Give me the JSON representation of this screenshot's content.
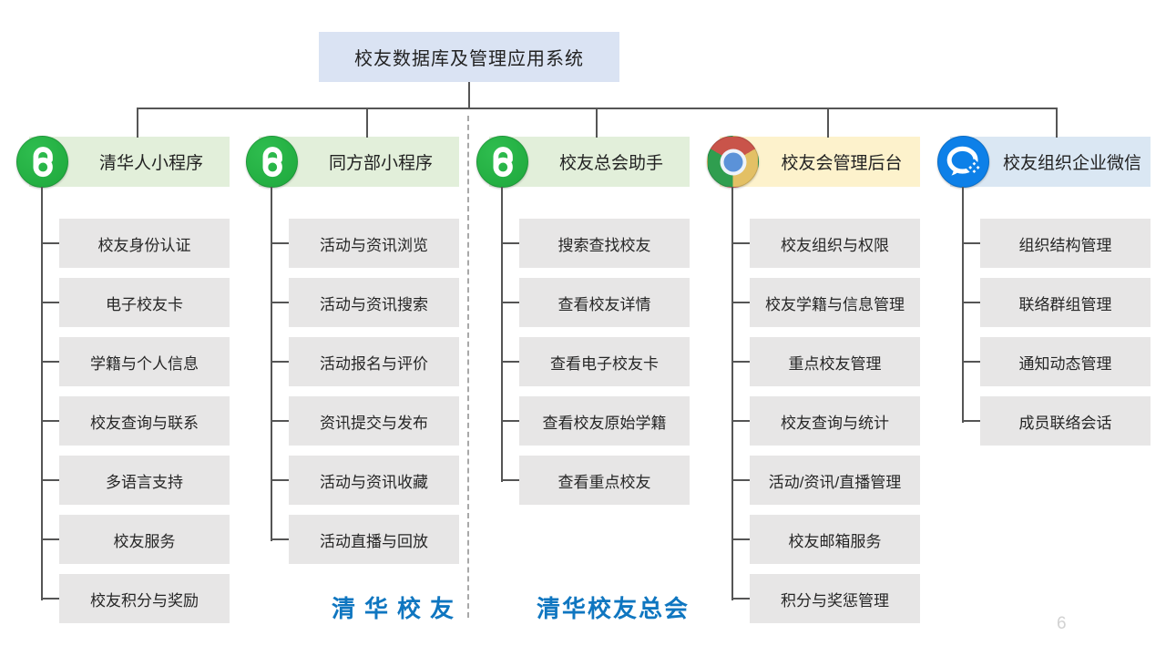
{
  "root": {
    "title": "校友数据库及管理应用系统"
  },
  "columns": [
    {
      "title": "清华人小程序",
      "icon": "miniprogram-icon",
      "theme": "green",
      "items": [
        "校友身份认证",
        "电子校友卡",
        "学籍与个人信息",
        "校友查询与联系",
        "多语言支持",
        "校友服务",
        "校友积分与奖励"
      ]
    },
    {
      "title": "同方部小程序",
      "icon": "miniprogram-icon",
      "theme": "green",
      "items": [
        "活动与资讯浏览",
        "活动与资讯搜索",
        "活动报名与评价",
        "资讯提交与发布",
        "活动与资讯收藏",
        "活动直播与回放"
      ]
    },
    {
      "title": "校友总会助手",
      "icon": "miniprogram-icon",
      "theme": "green",
      "items": [
        "搜索查找校友",
        "查看校友详情",
        "查看电子校友卡",
        "查看校友原始学籍",
        "查看重点校友"
      ]
    },
    {
      "title": "校友会管理后台",
      "icon": "chrome-icon",
      "theme": "yellow",
      "items": [
        "校友组织与权限",
        "校友学籍与信息管理",
        "重点校友管理",
        "校友查询与统计",
        "活动/资讯/直播管理",
        "校友邮箱服务",
        "积分与奖惩管理"
      ]
    },
    {
      "title": "校友组织企业微信",
      "icon": "wechat-work-icon",
      "theme": "blue",
      "items": [
        "组织结构管理",
        "联络群组管理",
        "通知动态管理",
        "成员联络会话"
      ]
    }
  ],
  "footer": {
    "label_left": "清华校友",
    "label_right": "清华校友总会",
    "page_number": "6"
  },
  "colors": {
    "title_bg": "#dae3f3",
    "theme_green": "#e2efda",
    "theme_yellow": "#fdf2cc",
    "theme_blue": "#dae7f3",
    "item_gray": "#e7e6e6",
    "line": "#555555",
    "accent_text_blue": "#0f76c0",
    "miniprogram_green": "#1ea83c",
    "wechat_work_blue": "#0d80e8",
    "chrome_red": "#c9544a",
    "chrome_yellow": "#e3c065",
    "chrome_green": "#2f9e4f",
    "chrome_blue": "#5b92d8",
    "page_number_gray": "#d2d2d2"
  }
}
